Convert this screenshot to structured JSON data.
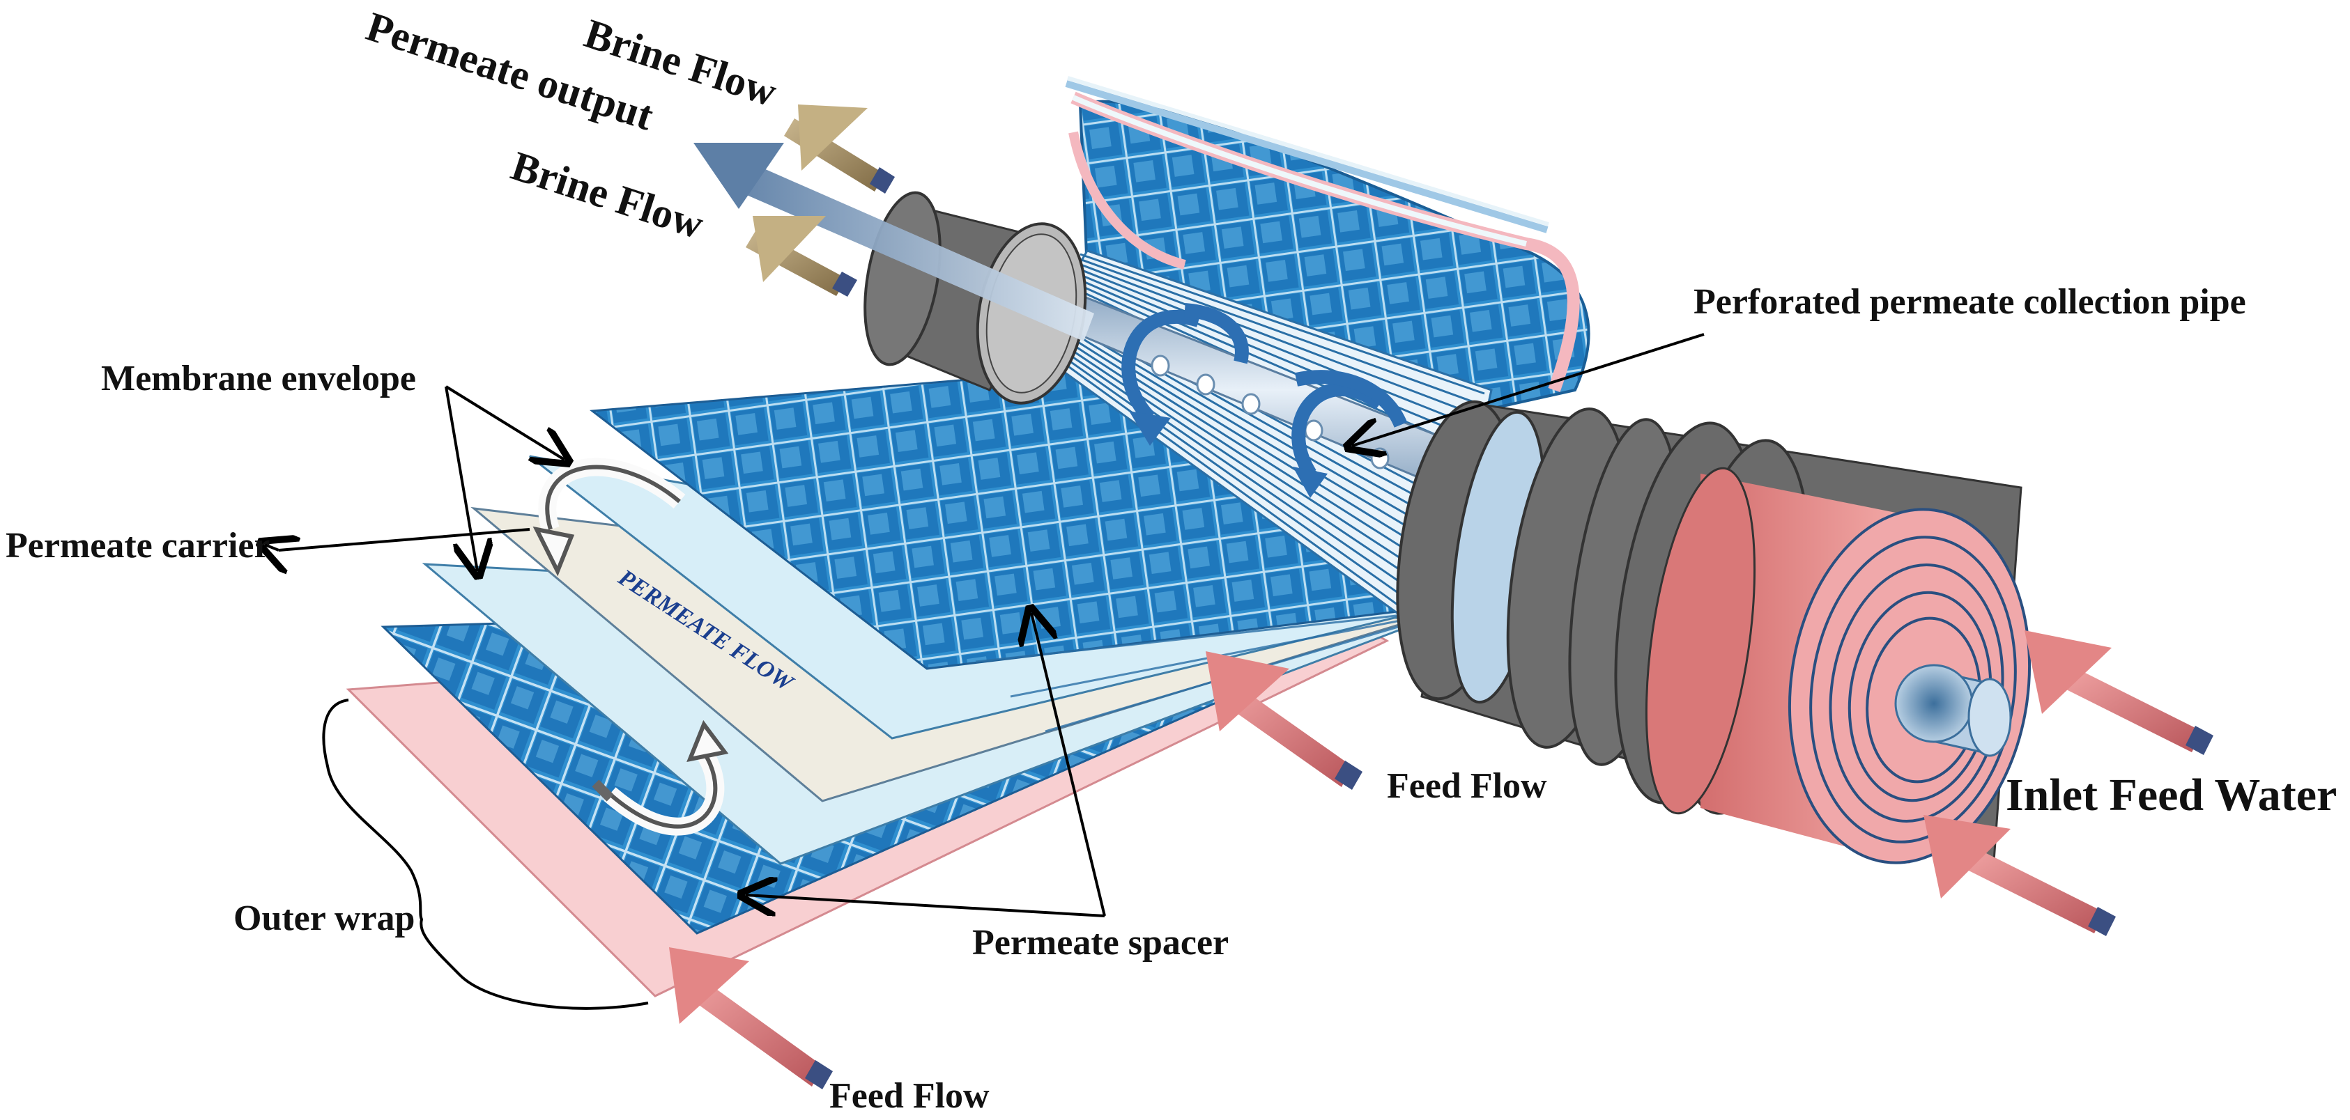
{
  "diagram": {
    "labels": {
      "brine_flow_top": "Brine Flow",
      "permeate_output": "Permeate output",
      "brine_flow_bottom": "Brine Flow",
      "perforated_pipe": "Perforated permeate collection pipe",
      "membrane_envelope": "Membrane envelope",
      "permeate_carrier": "Permeate carrier",
      "permeate_flow": "PERMEATE FLOW",
      "feed_flow_right": "Feed Flow",
      "inlet_feed_water": "Inlet Feed Water",
      "outer_wrap": "Outer wrap",
      "permeate_spacer": "Permeate spacer",
      "feed_flow_bottom": "Feed Flow"
    },
    "colors": {
      "mesh_blue": "#2e8fd0",
      "membrane_light": "#d6eef7",
      "carrier_cream": "#efece0",
      "outer_wrap_pink": "#f6c9cb",
      "cap_red": "#e98c8c",
      "housing_grey": "#6b6b6b",
      "feed_arrow": "#e07d7d",
      "brine_arrow": "#b8a27a",
      "permeate_arrow": "#6f93b9"
    }
  }
}
